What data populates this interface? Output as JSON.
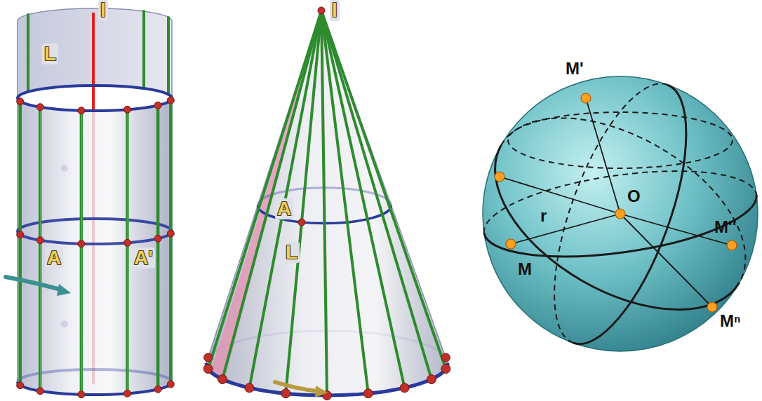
{
  "diagram": {
    "labels": [
      "l",
      "L",
      "A",
      "A'",
      "l",
      "A",
      "L",
      "M'",
      "O",
      "r",
      "M",
      "M''",
      "Mⁿ"
    ]
  }
}
